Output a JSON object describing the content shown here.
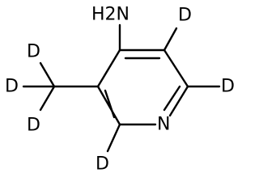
{
  "molecule": {
    "atoms": {
      "amine": "H2N",
      "ring_nitrogen": "N",
      "deuterium_c3": "D",
      "deuterium_c2": "D",
      "deuterium_c6": "D",
      "deuterium_methyl_top": "D",
      "deuterium_methyl_left": "D",
      "deuterium_methyl_bottom": "D"
    }
  }
}
